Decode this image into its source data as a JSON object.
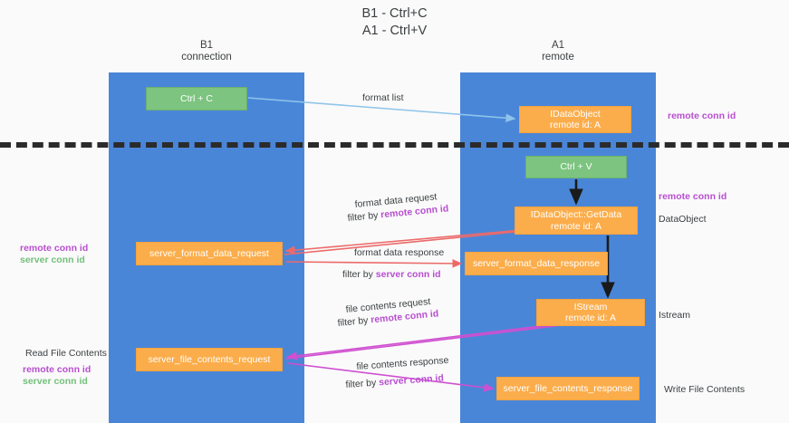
{
  "title": {
    "line1": "B1 - Ctrl+C",
    "line2": "A1 - Ctrl+V"
  },
  "lanes": [
    {
      "id": "b1",
      "name": "B1",
      "sub": "connection",
      "color": "#4a86d8"
    },
    {
      "id": "a1",
      "name": "A1",
      "sub": "remote",
      "color": "#4a86d8"
    }
  ],
  "boxes": {
    "ctrl_c": {
      "label": "Ctrl + C",
      "color": "#7cc47f"
    },
    "idataobject": {
      "line1": "IDataObject",
      "line2": "remote id: A",
      "color": "#fbad4b"
    },
    "ctrl_v": {
      "label": "Ctrl + V",
      "color": "#7cc47f"
    },
    "getdata": {
      "line1": "IDataObject::GetData",
      "line2": "remote id: A",
      "color": "#fbad4b"
    },
    "server_format_data_request": {
      "label": "server_format_data_request",
      "color": "#fbad4b"
    },
    "server_format_data_response": {
      "label": "server_format_data_response",
      "color": "#fbad4b"
    },
    "istream": {
      "line1": "IStream",
      "line2": "remote id: A",
      "color": "#fbad4b"
    },
    "server_file_contents_request": {
      "label": "server_file_contents_request",
      "color": "#fbad4b"
    },
    "server_file_contents_response": {
      "label": "server_file_contents_response",
      "color": "#fbad4b"
    }
  },
  "side_labels": {
    "remote_conn_id_top": "remote conn id",
    "remote_conn_id_mid": "remote conn id",
    "dataobject": "DataObject",
    "istream": "Istream",
    "write_file_contents": "Write File Contents",
    "read_file_contents": "Read File Contents",
    "remote_conn_id": "remote conn id",
    "server_conn_id": "server conn id"
  },
  "flow_labels": {
    "format_list": "format list",
    "format_data_request": "format data request",
    "format_data_request_filter_prefix": "filter by ",
    "format_data_request_filter_key": "remote conn id",
    "format_data_response": "format data response",
    "format_data_response_filter_prefix": "filter by ",
    "format_data_response_filter_key": "server conn id",
    "file_contents_request": "file contents request",
    "file_contents_request_filter_prefix": "filter by ",
    "file_contents_request_filter_key": "remote conn id",
    "file_contents_response": "file contents response",
    "file_contents_response_filter_prefix": "filter by ",
    "file_contents_response_filter_key": "server conn id"
  },
  "colors": {
    "lane": "#4a86d8",
    "green_box": "#7cc47f",
    "orange_box": "#fbad4b",
    "purple": "#b84fd0",
    "green_text": "#72c07a",
    "arrow_blue": "#8ec4ea",
    "arrow_red": "#ec6a6a",
    "arrow_magenta": "#d04fd0",
    "arrow_black": "#1a1a1a",
    "divider": "#2b2b2b"
  }
}
